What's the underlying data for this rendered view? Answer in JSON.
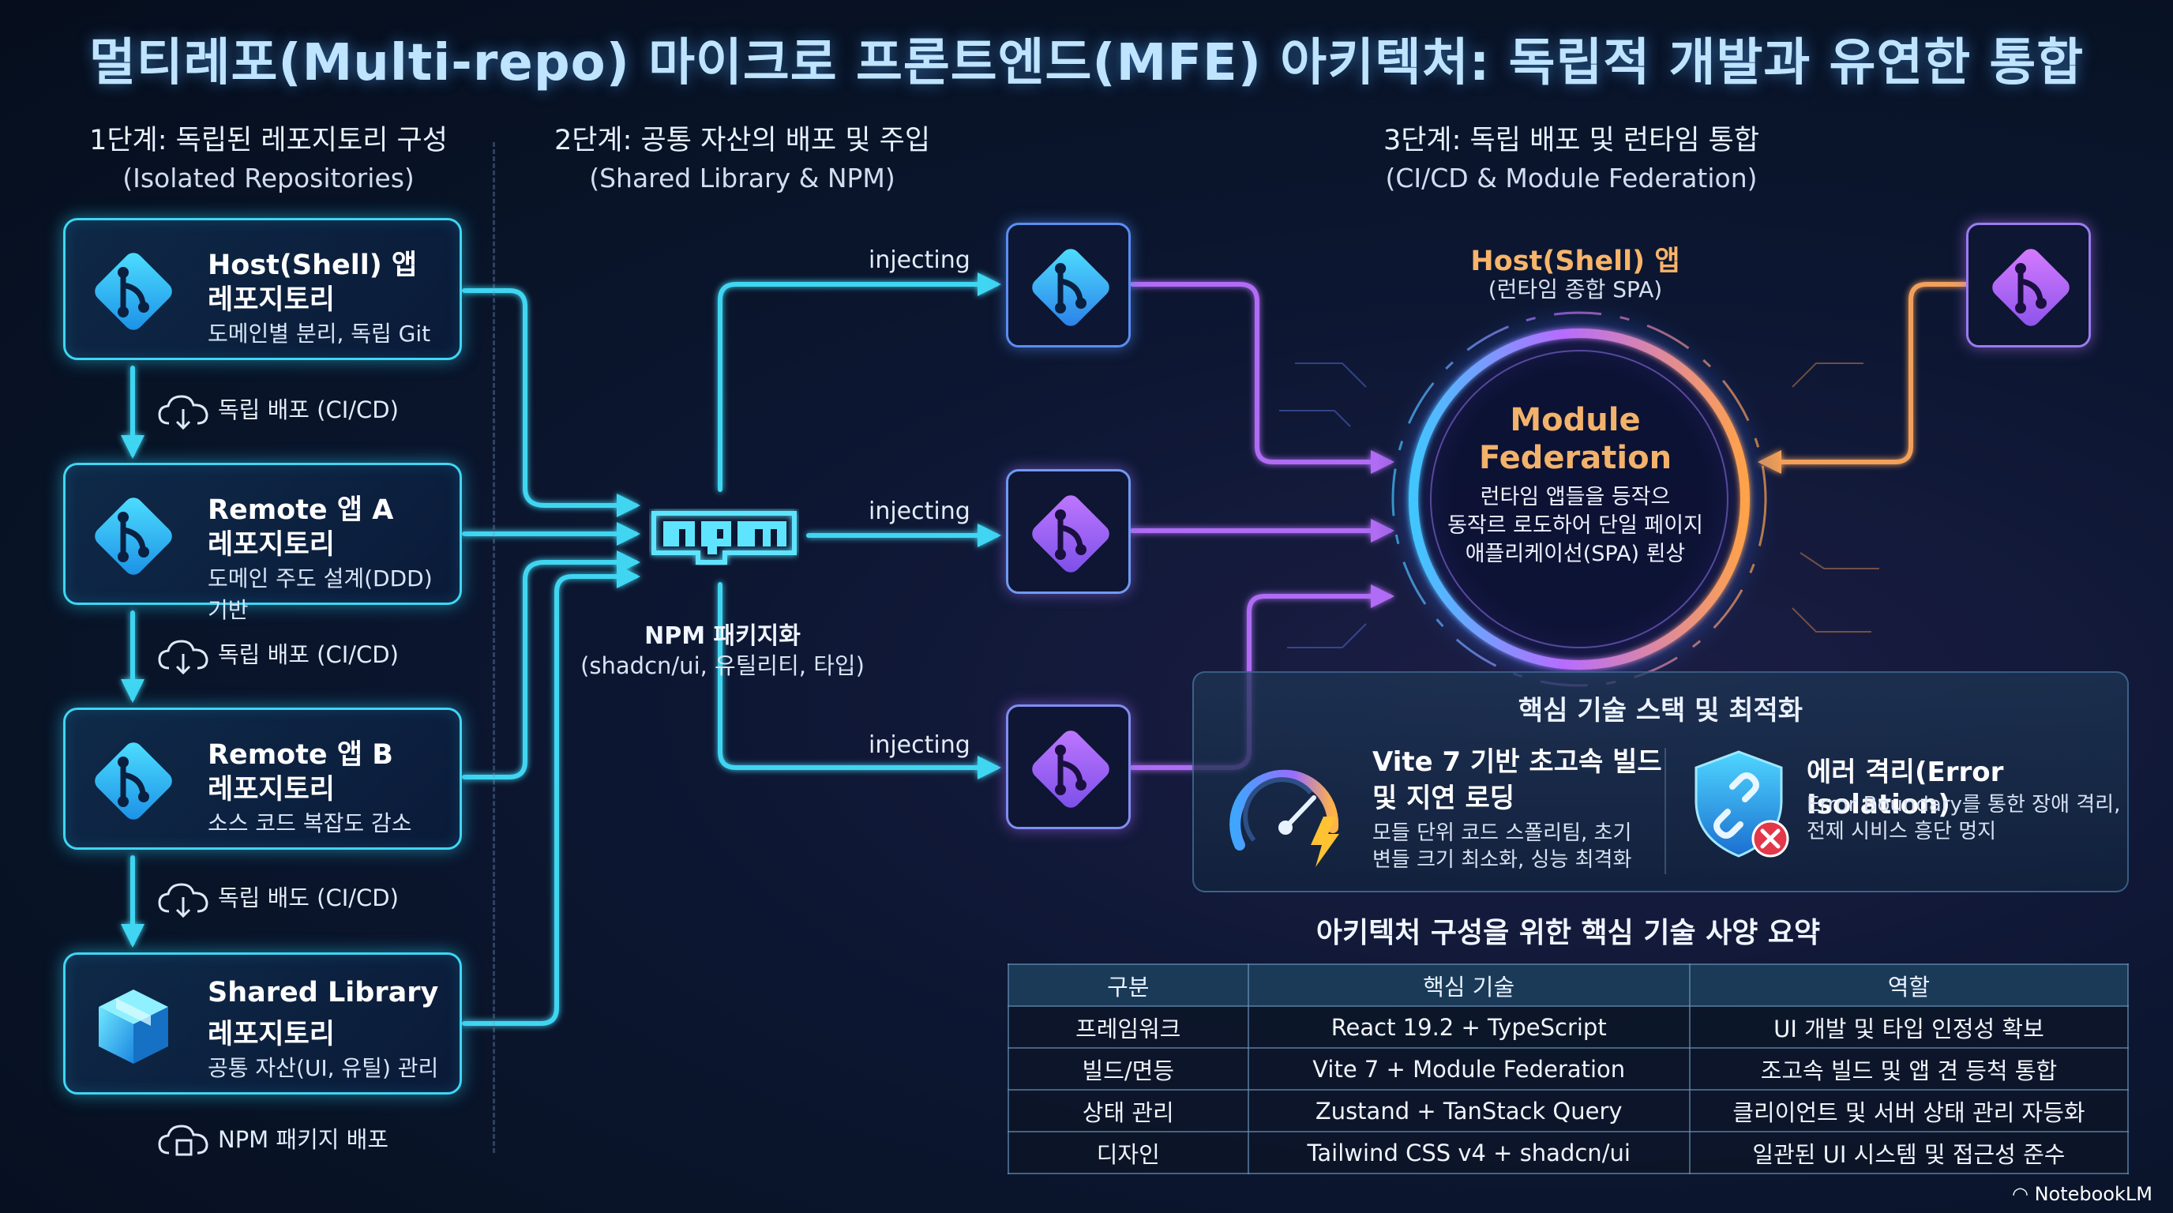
{
  "title": "멀티레포(Multi-repo) 마이크로 프론트엔드(MFE) 아키텍처: 독립적 개발과 유연한 통합",
  "stages": [
    {
      "title": "1단계: 독립된 레포지토리 구성",
      "subtitle": "(Isolated Repositories)"
    },
    {
      "title": "2단계: 공통 자산의 배포 및 주입",
      "subtitle": "(Shared Library & NPM)"
    },
    {
      "title": "3단계: 독립 배포 및 런타임 통합",
      "subtitle": "(CI/CD & Module Federation)"
    }
  ],
  "repos": [
    {
      "name": "Host(Shell) 앱",
      "line2": "레포지토리",
      "desc": "도메인별 분리, 독립 Git"
    },
    {
      "name": "Remote 앱 A",
      "line2": "레포지토리",
      "desc": "도메인 주도 설계(DDD) 기반"
    },
    {
      "name": "Remote 앱 B",
      "line2": "레포지토리",
      "desc": "소스 코드 복잡도 감소"
    },
    {
      "name": "Shared Library",
      "line2": "레포지토리",
      "desc": "공통 자산(UI, 유틸) 관리"
    }
  ],
  "deploy_labels": [
    "독립 배포 (CI/CD)",
    "독립 배포 (CI/CD)",
    "독립 배도 (CI/CD)",
    "NPM 패키지 배포"
  ],
  "npm": {
    "logo": "npm",
    "title": "NPM 패키지화",
    "subtitle": "(shadcn/ui, 유틸리티, 타입)"
  },
  "injecting_labels": [
    "injecting",
    "injecting",
    "injecting"
  ],
  "host": {
    "title": "Host(Shell) 앱",
    "subtitle": "(런타임 종합 SPA)"
  },
  "module_federation": {
    "title_line1": "Module",
    "title_line2": "Federation",
    "desc": [
      "런타임 앱들을 등작으",
      "동작르 로도하어 단일 페이지",
      "애플리케이선(SPA) 뢴상"
    ]
  },
  "tech_stack": {
    "title": "핵심 기술 스택 및 최적화",
    "vite": {
      "title_line1": "Vite 7 기반 초고속 빌드",
      "title_line2": "및 지연 로딩",
      "desc": [
        "모들 단위 코드 스폴리팀, 초기",
        "변들 크기 최소화, 싱능 최격화"
      ]
    },
    "error": {
      "title": "에러 격리(Error Isolation)",
      "desc": [
        "Error Boundary를 통한 장애 격리,",
        "전제 시비스 흥단 멍지"
      ]
    }
  },
  "spec_table": {
    "title": "아키텍처 구성을 위한 핵심 기술 사양 요약",
    "headers": [
      "구분",
      "핵심 기술",
      "역할"
    ],
    "rows": [
      [
        "프레임워크",
        "React 19.2 + TypeScript",
        "UI 개발 및 타입 인정성 확보"
      ],
      [
        "빌드/면등",
        "Vite 7 + Module Federation",
        "조고속 빌드 및 앱 견 등척 통합"
      ],
      [
        "상태 관리",
        "Zustand + TanStack Query",
        "클리이언트 및 서버 상태 관리 자등화"
      ],
      [
        "디자인",
        "Tailwind CSS v4 + shadcn/ui",
        "일관된 UI 시스템 및 접근성 준수"
      ]
    ]
  },
  "watermark": "NotebookLM",
  "colors": {
    "cyan": "#3fd6f2",
    "violet": "#a569f2",
    "magenta": "#b45cf0",
    "orange": "#f2a05a",
    "title_blue": "#bfe4ff"
  },
  "icons": [
    "git-icon",
    "cloud-icon",
    "package-icon",
    "npm-logo-icon",
    "speedometer-icon",
    "shield-icon"
  ]
}
